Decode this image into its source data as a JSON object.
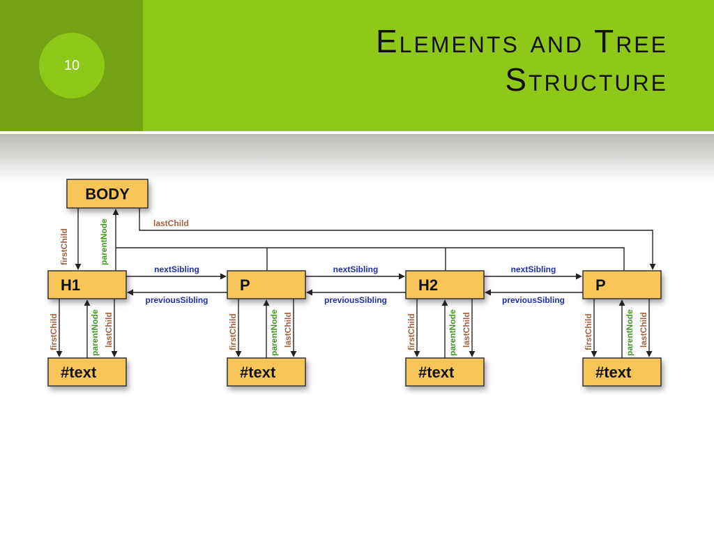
{
  "slide": {
    "number": "10",
    "title_line1": "Elements and Tree",
    "title_line2": "Structure"
  },
  "diagram": {
    "root": "BODY",
    "children": [
      "H1",
      "P",
      "H2",
      "P"
    ],
    "text_nodes": [
      "#text",
      "#text",
      "#text",
      "#text"
    ],
    "labels": {
      "first_child": "firstChild",
      "last_child": "lastChild",
      "parent_node": "parentNode",
      "next_sibling": "nextSibling",
      "previous_sibling": "previousSibling"
    },
    "colors": {
      "box_fill": "#f8c659",
      "first_last_child": "#a3623a",
      "parent_node": "#3f9b1f",
      "sibling": "#1f2fa8"
    }
  }
}
